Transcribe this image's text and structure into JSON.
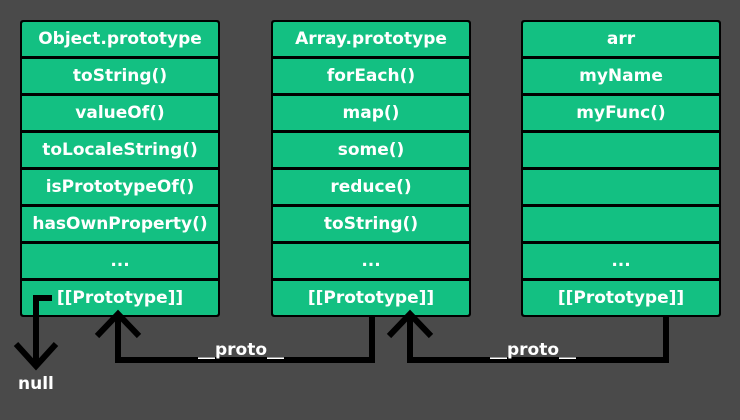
{
  "object_prototype": {
    "rows": [
      "Object.prototype",
      "toString()",
      "valueOf()",
      "toLocaleString()",
      "isPrototypeOf()",
      "hasOwnProperty()",
      "...",
      "[[Prototype]]"
    ]
  },
  "array_prototype": {
    "rows": [
      "Array.prototype",
      "forEach()",
      "map()",
      "some()",
      "reduce()",
      "toString()",
      "...",
      "[[Prototype]]"
    ]
  },
  "arr_object": {
    "rows": [
      "arr",
      "myName",
      "myFunc()",
      "",
      "",
      "",
      "...",
      "[[Prototype]]"
    ]
  },
  "links": {
    "proto_1": "__proto__",
    "proto_2": "__proto__",
    "null_label": "null"
  },
  "colors": {
    "background": "#4a4a4a",
    "cell_fill": "#13c082",
    "border": "#000000",
    "text": "#ffffff"
  }
}
